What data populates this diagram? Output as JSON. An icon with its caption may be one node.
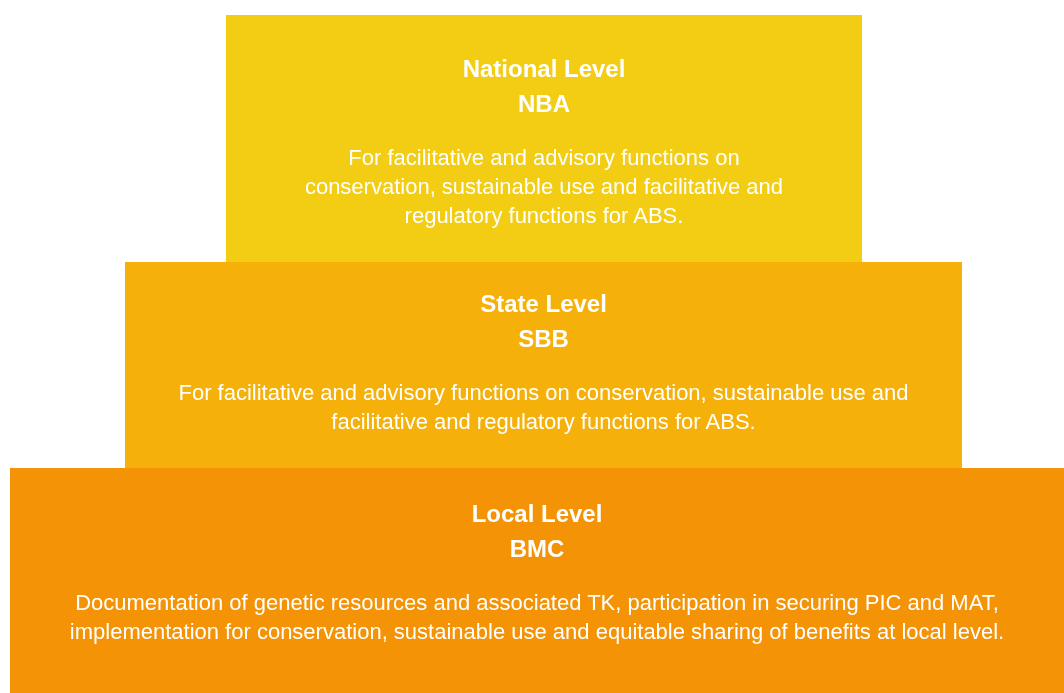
{
  "diagram": {
    "nodes": [
      {
        "text": [
          "National Level",
          "NBA",
          "For facilitative and advisory functions on conservation, sustainable use and facilitative and regulatory functions for ABS."
        ]
      },
      {
        "text": [
          "State Level",
          "SBB",
          "For facilitative and advisory functions on conservation, sustainable use and facilitative and regulatory functions for ABS."
        ]
      },
      {
        "text": [
          "Local Level",
          "BMC",
          "Documentation of genetic resources and associated TK, participation in securing PIC and MAT, implementation for conservation, sustainable use and equitable sharing of benefits at local level."
        ]
      }
    ]
  }
}
